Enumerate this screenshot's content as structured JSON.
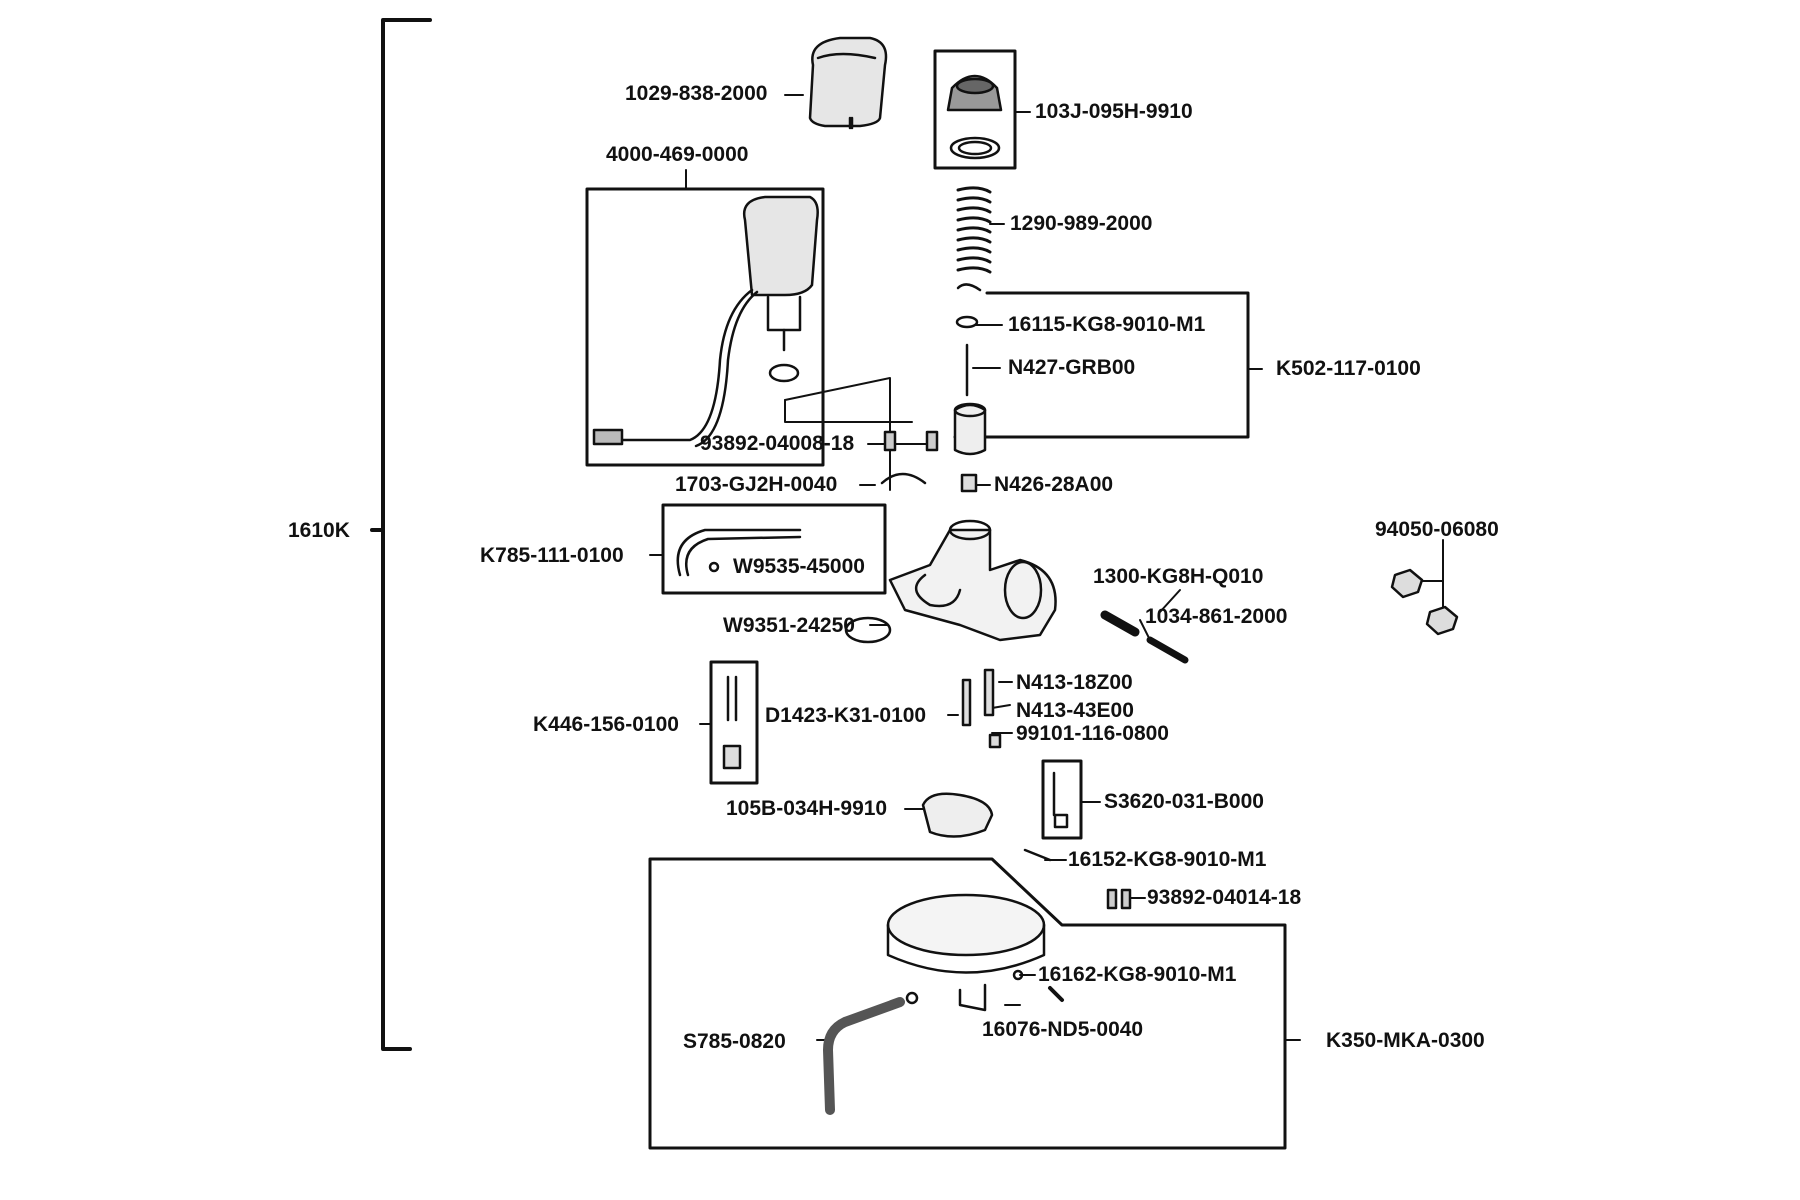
{
  "diagram": {
    "assembly": "1610K",
    "parts": {
      "p1029_838_2000": "1029-838-2000",
      "p103j_095h_9910": "103J-095H-9910",
      "p4000_469_0000": "4000-469-0000",
      "p1290_989_2000": "1290-989-2000",
      "p16115_kg8_9010_m1": "16115-KG8-9010-M1",
      "pn427_grb00": "N427-GRB00",
      "pk502_117_0100": "K502-117-0100",
      "p93892_04008_18": "93892-04008-18",
      "p1703_gj2h_0040": "1703-GJ2H-0040",
      "pn426_28a00": "N426-28A00",
      "p94050_06080": "94050-06080",
      "pk785_111_0100": "K785-111-0100",
      "pw9535_45000": "W9535-45000",
      "p1300_kg8h_q010": "1300-KG8H-Q010",
      "pw9351_24250": "W9351-24250",
      "p1034_861_2000": "1034-861-2000",
      "pn413_18z00": "N413-18Z00",
      "pk446_156_0100": "K446-156-0100",
      "pd1423_k31_0100": "D1423-K31-0100",
      "pn413_43e00": "N413-43E00",
      "p99101_116_0800": "99101-116-0800",
      "p105b_034h_9910": "105B-034H-9910",
      "ps3620_031_b000": "S3620-031-B000",
      "p16152_kg8_9010_m1": "16152-KG8-9010-M1",
      "p93892_04014_18": "93892-04014-18",
      "p16162_kg8_9010_m1": "16162-KG8-9010-M1",
      "ps785_0820": "S785-0820",
      "p16076_nd5_0040": "16076-ND5-0040",
      "pk350_mka_0300": "K350-MKA-0300"
    }
  }
}
